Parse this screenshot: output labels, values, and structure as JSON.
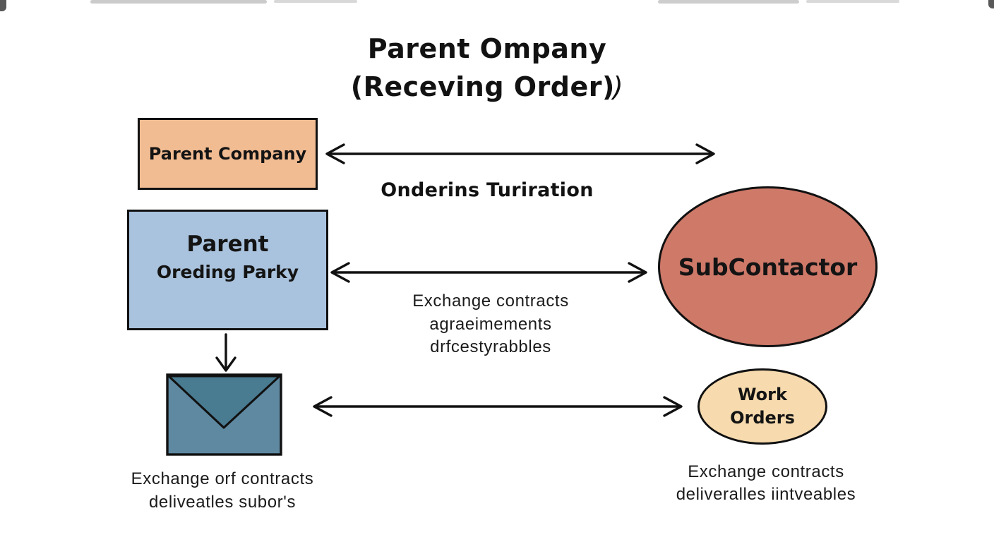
{
  "page": {
    "background": "#ffffff"
  },
  "title": {
    "line1": "Parent Ompany",
    "line2": "(Receving Order)",
    "line2_suffix": ")"
  },
  "nodes": {
    "parent_company_box": {
      "label": "Parent Company",
      "fill": "#f2bc92",
      "border": "#111111"
    },
    "parent_ordering_box": {
      "line1": "Parent",
      "line2": "Oreding Parky",
      "fill": "#a9c2dd",
      "border": "#111111"
    },
    "subcontractor_ellipse": {
      "label": "SubContactor",
      "fill": "#cf7969",
      "border": "#111111"
    },
    "work_orders_ellipse": {
      "line1": "Work",
      "line2": "Orders",
      "fill": "#f7dbaf",
      "border": "#111111"
    },
    "envelope": {
      "icon": "envelope-icon",
      "fill": "#5e89a1",
      "flap_fill": "#497b91",
      "outline": "#111111"
    }
  },
  "labels": {
    "top_arrow": "Onderins Turiration",
    "middle_arrow_lines": [
      "Exchange contracts",
      "agraeimements",
      "drfcestyrabbles"
    ],
    "bottom_left_lines": [
      "Exchange orf contracts",
      "deliveatles subor's"
    ],
    "bottom_right_lines": [
      "Exchange contracts",
      "deliveralles iintveables"
    ]
  }
}
